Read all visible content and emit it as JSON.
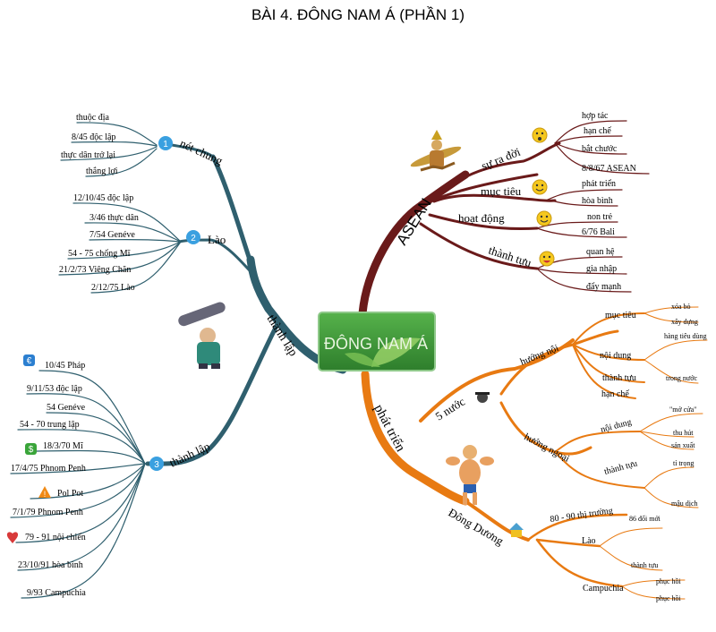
{
  "title": "BÀI 4. ĐÔNG NAM Á (PHẦN 1)",
  "center": {
    "label": "ĐÔNG NAM Á"
  },
  "colors": {
    "teal": "#2f5f6e",
    "maroon": "#6a1a1a",
    "orange": "#e87a12",
    "center_bg": "#3f9a3a"
  },
  "left": {
    "main": "thành lập",
    "vietnam": {
      "number": "1",
      "label": "nét chung",
      "items": [
        "thuộc địa",
        "8/45 độc lập",
        "thực dân trở lại",
        "thắng lợi"
      ]
    },
    "laos": {
      "number": "2",
      "label": "Lào",
      "items": [
        "12/10/45 độc lập",
        "3/46 thực dân",
        "7/54 Genéve",
        "54 - 75 chống Mĩ",
        "21/2/73 Viêng Chăn",
        "2/12/75 Lào"
      ]
    },
    "cambodia": {
      "number": "3",
      "label": "thành lập",
      "items": [
        "10/45 Pháp",
        "9/11/53 độc lập",
        "54 Genéve",
        "54 - 70 trung lập",
        "18/3/70 Mĩ",
        "17/4/75 Phnom Penh",
        "Pol Pot",
        "7/1/79 Phnom Penh",
        "79 - 91 nội chiến",
        "23/10/91 hòa bình",
        "9/93 Campuchia"
      ]
    }
  },
  "asean": {
    "main": "ASEAN",
    "birth": {
      "label": "sự ra đời",
      "items": [
        "hợp tác",
        "hạn chế",
        "bắt chước",
        "8/8/67 ASEAN"
      ]
    },
    "goal": {
      "label": "mục tiêu",
      "items": [
        "phát triển",
        "hòa bình"
      ]
    },
    "activity": {
      "label": "hoạt động",
      "items": [
        "non trẻ",
        "6/76 Bali"
      ]
    },
    "achievement": {
      "label": "thành tựu",
      "items": [
        "quan hệ",
        "gia nhập",
        "đẩy mạnh"
      ]
    }
  },
  "development": {
    "main": "phát triển",
    "five": {
      "label": "5 nước",
      "inward": {
        "label": "hướng nội",
        "goal": {
          "label": "mục tiêu",
          "items": [
            "xóa bỏ",
            "xây dựng"
          ]
        },
        "content": {
          "label": "nội dung",
          "items": [
            "hàng tiêu dùng",
            "trong nước"
          ]
        },
        "achievement": "thành tựu",
        "limit": "hạn chế"
      },
      "outward": {
        "label": "hướng ngoại",
        "content": {
          "label": "nội dung",
          "items": [
            "\"mở cửa\"",
            "thu hút",
            "sản xuất"
          ]
        },
        "achievement": {
          "label": "thành tựu",
          "items": [
            "tỉ trọng",
            "mậu dịch"
          ]
        }
      }
    },
    "indochina": {
      "label": "Đông Dương",
      "market": "80 - 90 thị trường",
      "laos": {
        "label": "Lào",
        "items": [
          "86 đổi mới",
          "thành tựu"
        ]
      },
      "cambodia": {
        "label": "Campuchia",
        "items": [
          "phục hồi",
          "phục hồi"
        ]
      }
    }
  }
}
